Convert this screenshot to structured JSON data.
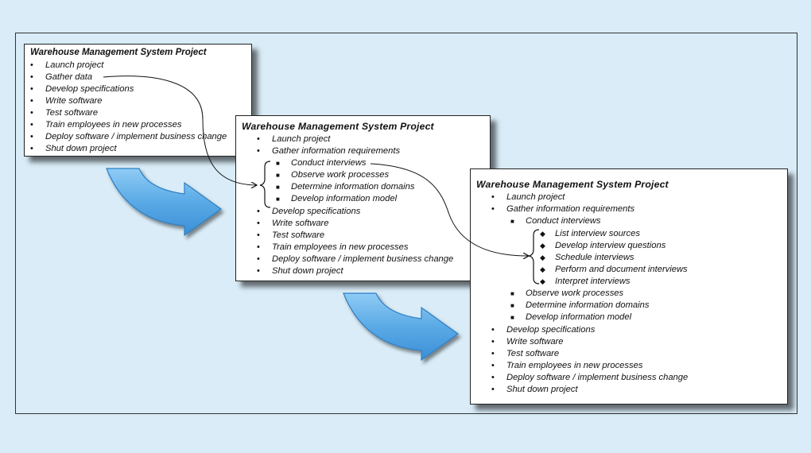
{
  "box1": {
    "title": "Warehouse Management System Project",
    "items": [
      "Launch project",
      "Gather data",
      "Develop specifications",
      "Write software",
      "Test software",
      "Train employees in new processes",
      "Deploy software / implement business change",
      "Shut down project"
    ]
  },
  "box2": {
    "title": "Warehouse  Management  System Project",
    "items": [
      "Launch project",
      "Gather information requirements",
      "Conduct interviews",
      "Observe work processes",
      "Determine information domains",
      "Develop information model",
      "Develop specifications",
      "Write software",
      "Test software",
      "Train employees in new processes",
      "Deploy software / implement business change",
      "Shut down project"
    ]
  },
  "box3": {
    "title": "Warehouse  Management  System Project",
    "items": [
      "Launch project",
      "Gather information requirements",
      "Conduct interviews",
      "List interview sources",
      "Develop interview questions",
      "Schedule interviews",
      "Perform and document interviews",
      "Interpret interviews",
      "Observe work processes",
      "Determine information domains",
      "Develop information model",
      "Develop specifications",
      "Write software",
      "Test software",
      "Train employees in new processes",
      "Deploy software / implement business change",
      "Shut down project"
    ]
  },
  "colors": {
    "background": "#d9ecf7",
    "arrow": "#5aaae6",
    "arrow_dark": "#2f7fc4"
  }
}
